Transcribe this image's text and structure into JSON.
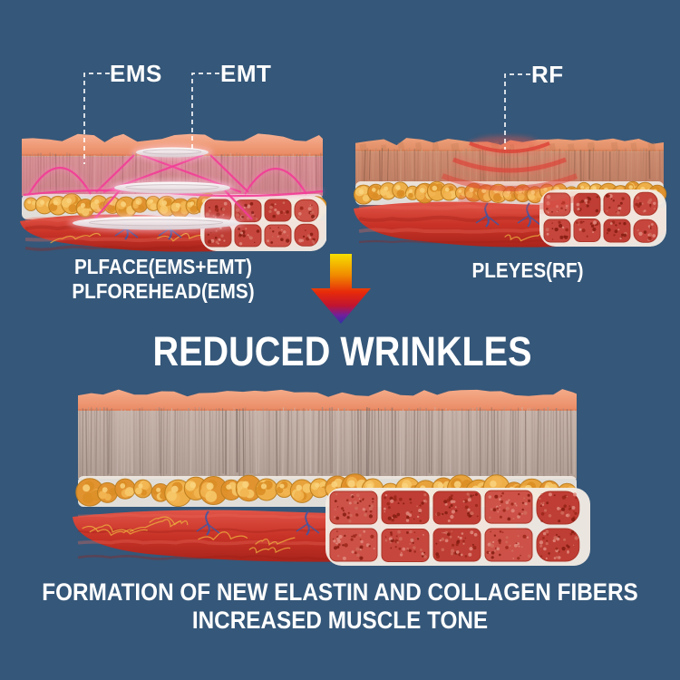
{
  "title": "REDUCED WRINKLES",
  "labels": {
    "ems": "EMS",
    "emt": "EMT",
    "rf": "RF"
  },
  "captions": {
    "left_line1": "PLFACE(EMS+EMT)",
    "left_line2": "PLFOREHEAD(EMS)",
    "right": "PLEYES(RF)",
    "bottom_line1": "FORMATION OF NEW ELASTIN AND COLLAGEN FIBERS",
    "bottom_line2": "INCREASED MUSCLE TONE"
  },
  "icons": {
    "down_arrow": "gradient-down-arrow"
  },
  "colors": {
    "background": "#355779",
    "text": "#FFFFFF",
    "arrow_gradient": [
      "#F6DF00",
      "#F18C00",
      "#E62A0A",
      "#C11430",
      "#70209C",
      "#3030A8"
    ],
    "ems_wave": "#F23C96",
    "rf_wave": "#DC4136",
    "epidermis": "#F0997B",
    "fat": "#E9A136",
    "muscle": "#C8362C",
    "fascia": "#F0E9E2"
  }
}
